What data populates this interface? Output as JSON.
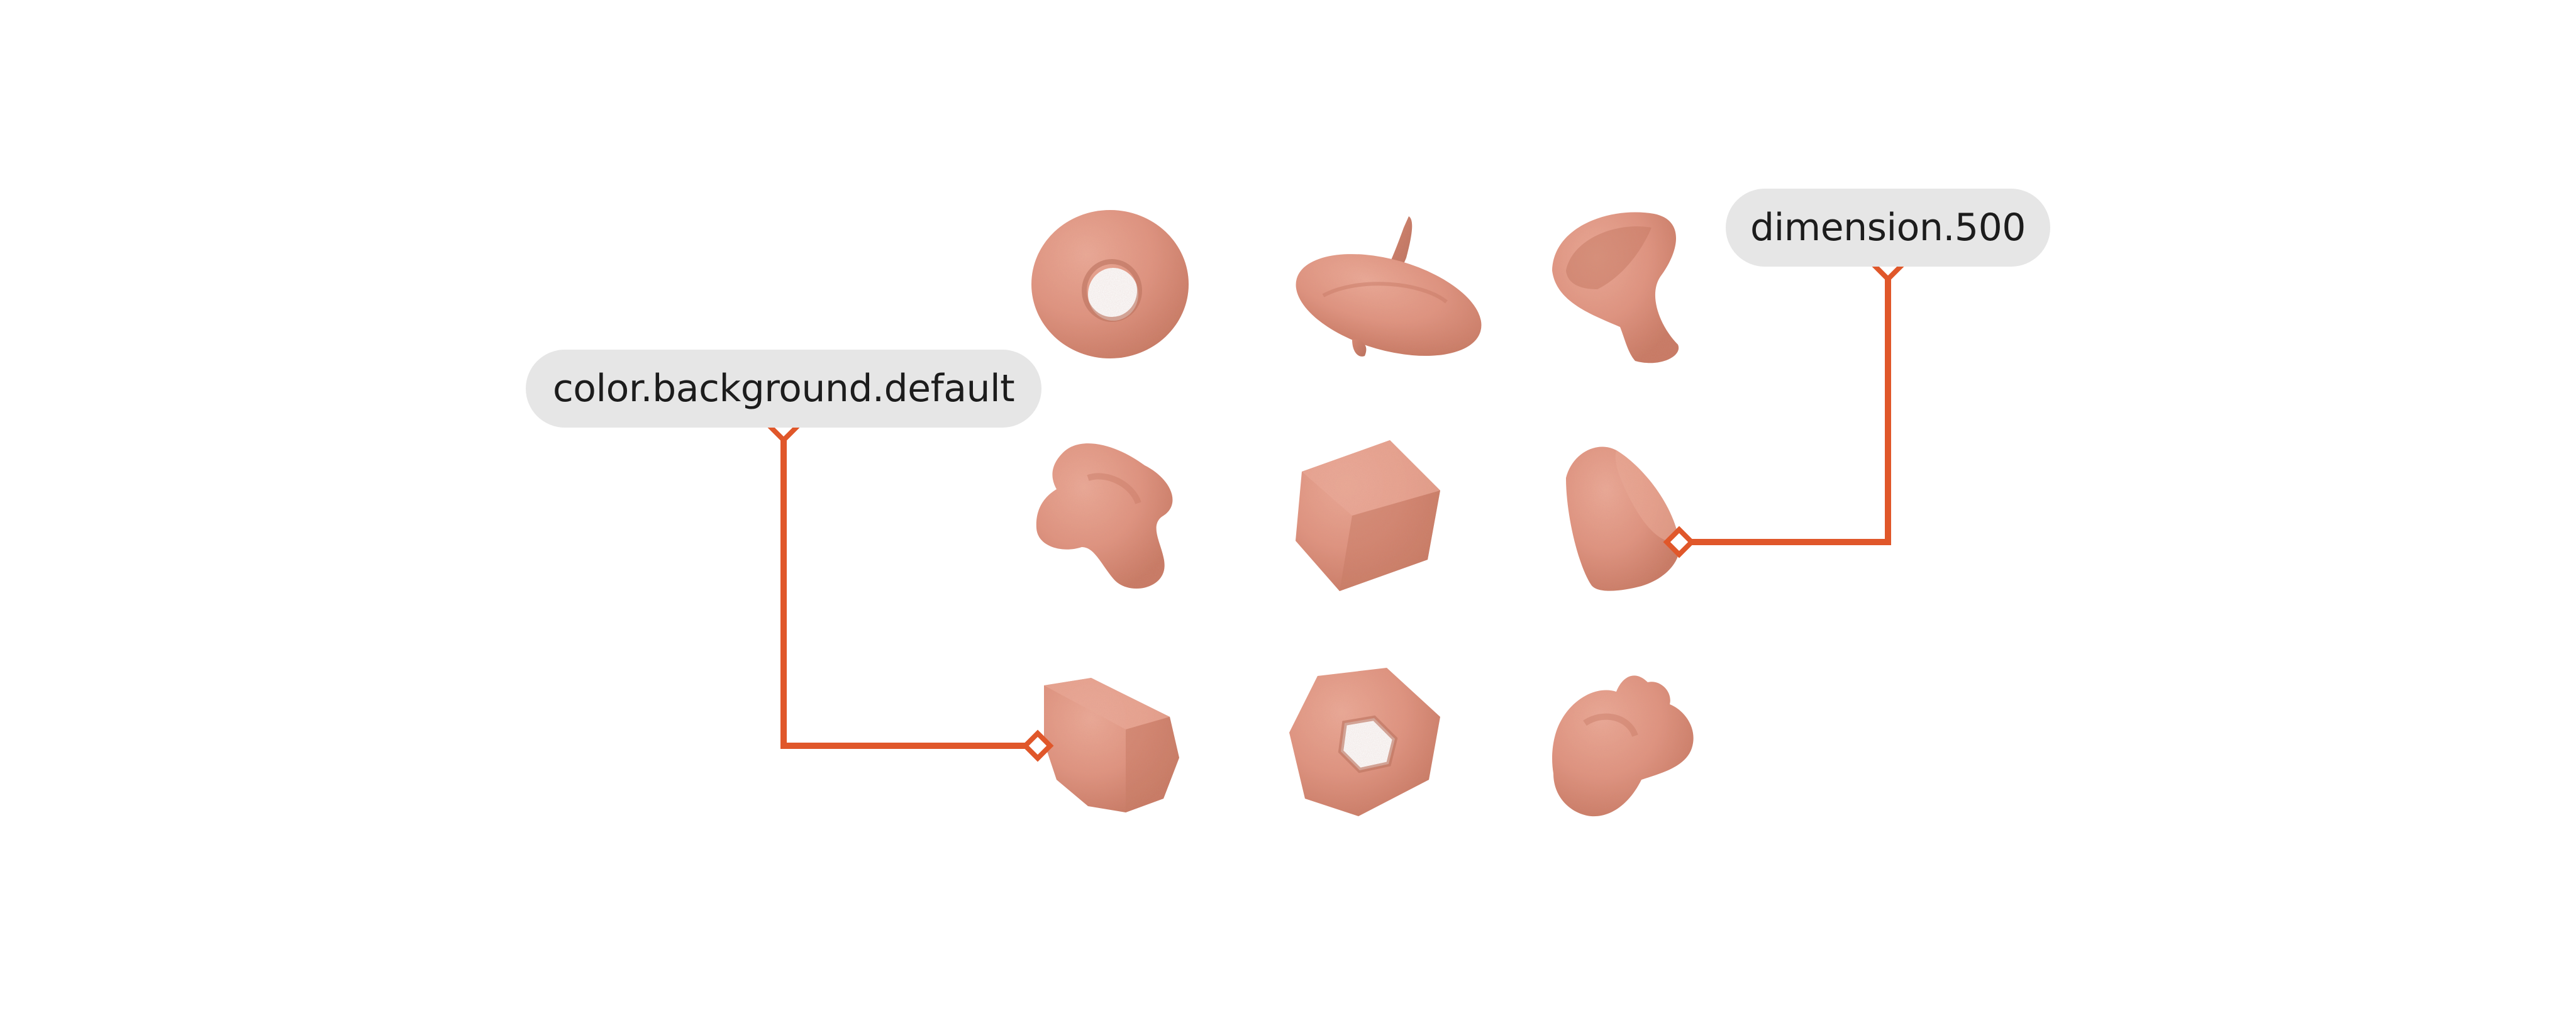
{
  "annotations": [
    {
      "label": "color.background.default"
    },
    {
      "label": "dimension.500"
    }
  ],
  "colors": {
    "accent": "#e0572a",
    "shape_fill": "#e2937f",
    "shape_shade": "#c9765f",
    "shape_light": "#eeab98",
    "pill_background": "#e6e6e6",
    "pill_text": "#1c1c1c",
    "canvas": "#ffffff"
  },
  "grid": {
    "rows": 3,
    "columns": 3
  },
  "shapes": [
    {
      "name": "torus"
    },
    {
      "name": "spinning-top"
    },
    {
      "name": "funnel"
    },
    {
      "name": "irregular-blob"
    },
    {
      "name": "rounded-cube"
    },
    {
      "name": "wedge"
    },
    {
      "name": "hexagonal-prism"
    },
    {
      "name": "hexagonal-nut"
    },
    {
      "name": "knobby-blob"
    }
  ]
}
